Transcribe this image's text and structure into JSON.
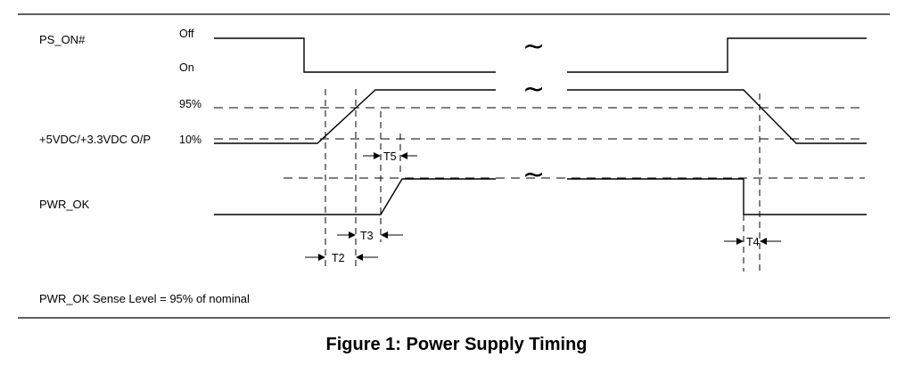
{
  "signals": {
    "ps_on": {
      "name": "PS_ON#",
      "state_high": "Off",
      "state_low": "On"
    },
    "output": {
      "name": "+5VDC/+3.3VDC O/P",
      "level_high": "95%",
      "level_low": "10%"
    },
    "pwr_ok": {
      "name": "PWR_OK"
    }
  },
  "intervals": {
    "t2": "T2",
    "t3": "T3",
    "t4": "T4",
    "t5": "T5"
  },
  "break_symbol": "~",
  "note": "PWR_OK Sense Level = 95% of nominal",
  "caption": "Figure 1:  Power Supply Timing"
}
